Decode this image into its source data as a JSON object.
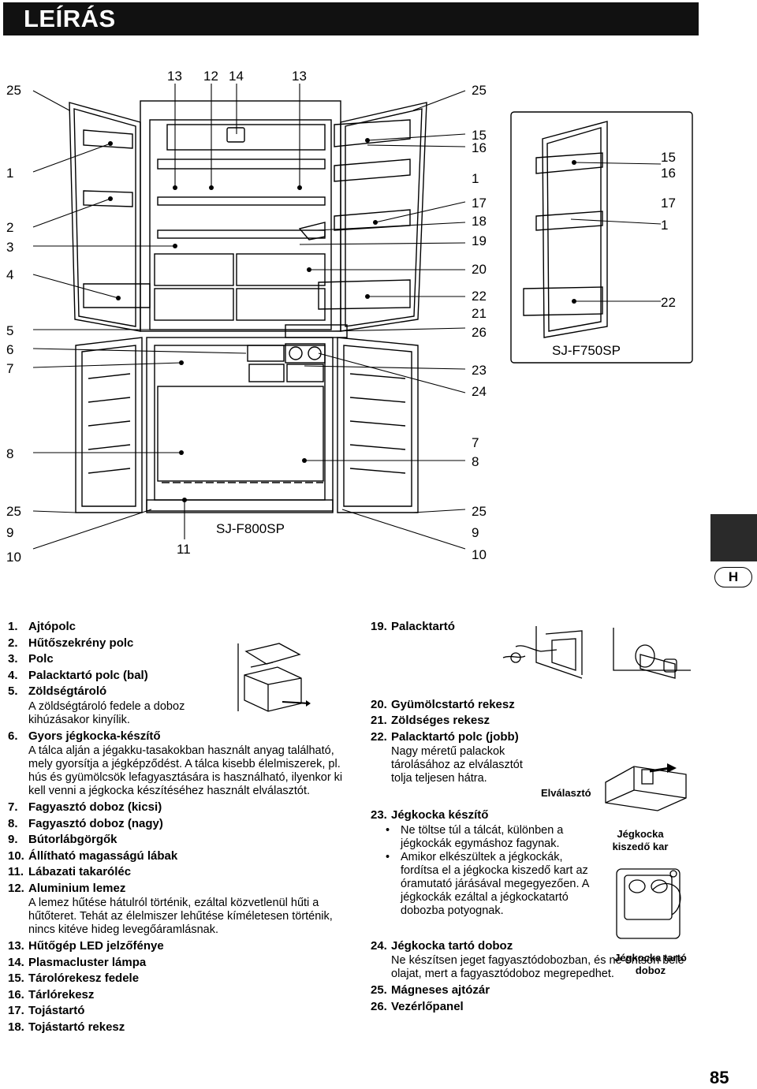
{
  "header": {
    "title": "LEÍRÁS"
  },
  "diagram": {
    "model_main": "SJ-F800SP",
    "model_alt": "SJ-F750SP",
    "callouts_left": [
      "25",
      "1",
      "2",
      "3",
      "4",
      "5",
      "6",
      "7",
      "8",
      "25",
      "9",
      "10"
    ],
    "callouts_top": [
      "13",
      "12",
      "14",
      "13"
    ],
    "callout_bottom": "11",
    "callouts_right": [
      "25",
      "15",
      "16",
      "1",
      "17",
      "18",
      "19",
      "20",
      "22",
      "21",
      "26",
      "23",
      "24",
      "7",
      "8",
      "25",
      "9",
      "10"
    ],
    "callouts_alt": [
      "15",
      "16",
      "17",
      "1",
      "22"
    ]
  },
  "side": {
    "lang": "H"
  },
  "parts_left": [
    {
      "num": "1.",
      "label": "Ajtópolc",
      "desc": ""
    },
    {
      "num": "2.",
      "label": "Hűtőszekrény polc",
      "desc": ""
    },
    {
      "num": "3.",
      "label": "Polc",
      "desc": ""
    },
    {
      "num": "4.",
      "label": "Palacktartó polc (bal)",
      "desc": ""
    },
    {
      "num": "5.",
      "label": "Zöldségtároló",
      "desc": "A zöldségtároló fedele a doboz kihúzásakor kinyílik."
    },
    {
      "num": "6.",
      "label": "Gyors jégkocka-készítő",
      "desc": "A tálca alján a jégakku-tasakokban használt anyag található, mely gyorsítja a jégképződést. A tálca kisebb élelmiszerek, pl. hús és gyümölcsök lefagyasztására is használható, ilyenkor ki kell venni a jégkocka készítéséhez használt elválasztót."
    },
    {
      "num": "7.",
      "label": "Fagyasztó doboz (kicsi)",
      "desc": ""
    },
    {
      "num": "8.",
      "label": "Fagyasztó doboz (nagy)",
      "desc": ""
    },
    {
      "num": "9.",
      "label": "Bútorlábgörgők",
      "desc": ""
    },
    {
      "num": "10.",
      "label": "Állítható magasságú lábak",
      "desc": ""
    },
    {
      "num": "11.",
      "label": "Lábazati takaróléc",
      "desc": ""
    },
    {
      "num": "12.",
      "label": "Aluminium lemez",
      "desc": "A lemez hűtése hátulról történik, ezáltal közvetlenül hűti a hűtőteret. Tehát az élelmiszer lehűtése kíméletesen történik, nincs kitéve hideg levegőáramlásnak."
    },
    {
      "num": "13.",
      "label": "Hűtőgép LED jelzőfénye",
      "desc": ""
    },
    {
      "num": "14.",
      "label": "Plasmacluster lámpa",
      "desc": ""
    },
    {
      "num": "15.",
      "label": "Tárolórekesz fedele",
      "desc": ""
    },
    {
      "num": "16.",
      "label": "Tárlórekesz",
      "desc": ""
    },
    {
      "num": "17.",
      "label": "Tojástartó",
      "desc": ""
    },
    {
      "num": "18.",
      "label": "Tojástartó rekesz",
      "desc": ""
    }
  ],
  "parts_right": {
    "p19": {
      "num": "19.",
      "label": "Palacktartó"
    },
    "p20": {
      "num": "20.",
      "label": "Gyümölcstartó rekesz"
    },
    "p21": {
      "num": "21.",
      "label": "Zöldséges rekesz"
    },
    "p22": {
      "num": "22.",
      "label": "Palacktartó polc (jobb)",
      "desc": "Nagy méretű palackok tárolásához az elválasztót tolja teljesen hátra."
    },
    "p23": {
      "num": "23.",
      "label": "Jégkocka készítő",
      "bullets": [
        "Ne töltse túl a tálcát, különben a jégkockák egymáshoz fagynak.",
        "Amikor elkészültek a jégkockák, fordítsa el a jégkocka kiszedő kart az óramutató járásával megegyezően. A jégkockák ezáltal a jégkockatartó dobozba potyognak."
      ]
    },
    "p24": {
      "num": "24.",
      "label": "Jégkocka tartó doboz",
      "desc": "Ne készítsen jeget fagyasztódobozban, és ne öntsön bele olajat, mert a fagyasztódoboz megrepedhet."
    },
    "p25": {
      "num": "25.",
      "label": "Mágneses ajtózár"
    },
    "p26": {
      "num": "26.",
      "label": "Vezérlőpanel"
    }
  },
  "figure_labels": {
    "divider": "Elválasztó",
    "lever": "Jégkocka kiszedő kar",
    "icebox": "Jégkocka tartó doboz"
  },
  "page_number": "85"
}
